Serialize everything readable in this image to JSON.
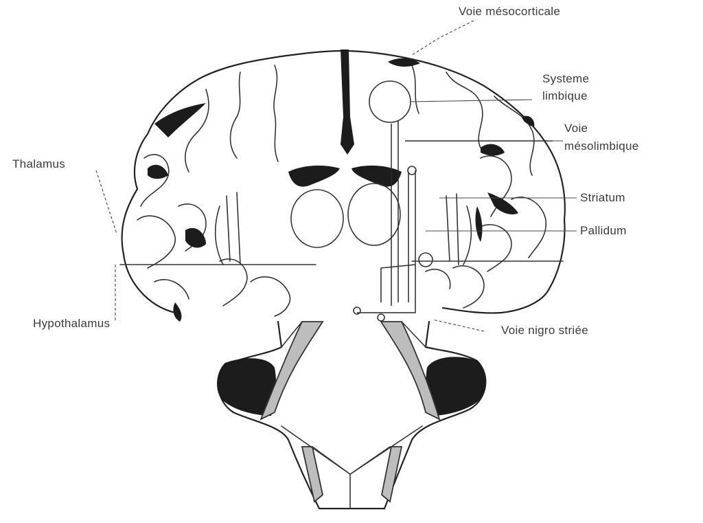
{
  "labels": {
    "mesocortical": "Voie mésocorticale",
    "limbic_1": "Systeme",
    "limbic_2": "limbique",
    "mesolimbic_1": "Voie",
    "mesolimbic_2": "mésolimbique",
    "thalamus": "Thalamus",
    "striatum": "Striatum",
    "pallidum": "Pallidum",
    "hypothalamus": "Hypothalamus",
    "nigrostriatal": "Voie nigro striée"
  }
}
